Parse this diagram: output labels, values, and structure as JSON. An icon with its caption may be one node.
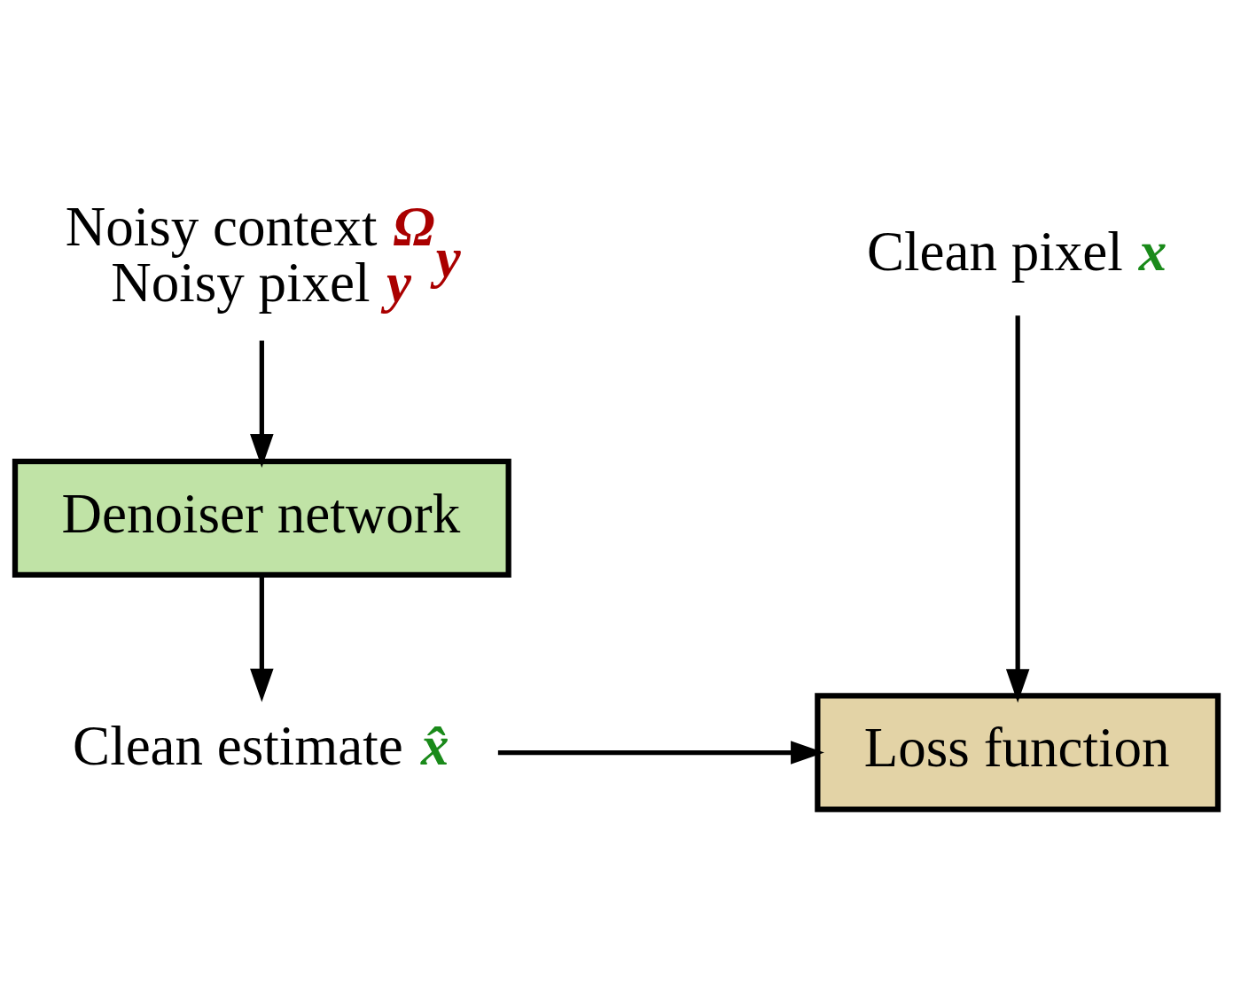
{
  "diagram": {
    "nodes": [
      {
        "text": [
          "Noisy context Ω$_{y}$",
          "Noisy pixel y"
        ]
      },
      {
        "text": [
          "Denoiser network"
        ]
      },
      {
        "text": [
          "Clean estimate x̂"
        ]
      },
      {
        "text": [
          "Clean pixel x"
        ]
      },
      {
        "text": [
          "Loss function"
        ]
      }
    ],
    "edges": [
      {
        "from": 0,
        "to": 1,
        "arrow": "to"
      },
      {
        "from": 1,
        "to": 2,
        "arrow": "to"
      },
      {
        "from": 2,
        "to": 4,
        "arrow": "to"
      },
      {
        "from": 3,
        "to": 4,
        "arrow": "to"
      }
    ]
  }
}
